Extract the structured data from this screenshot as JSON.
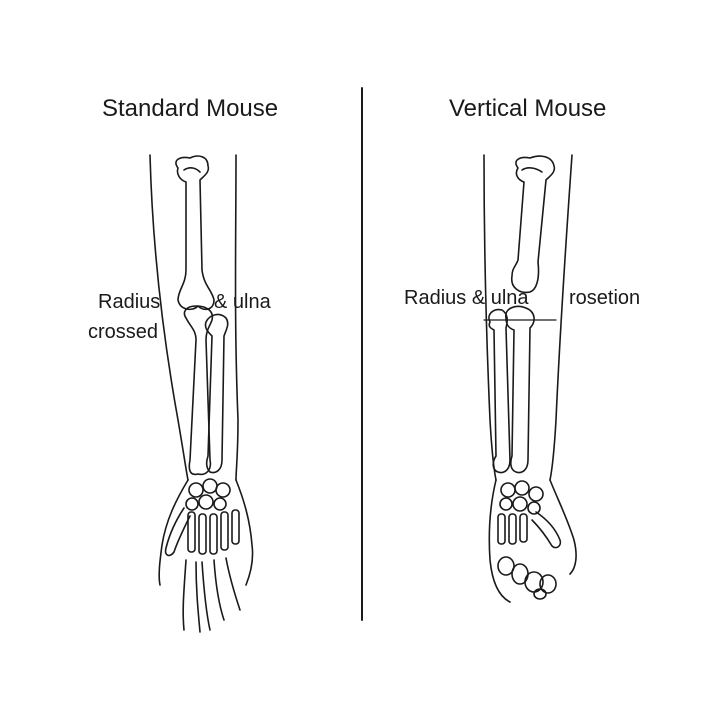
{
  "panels": {
    "left": {
      "title": "Standard Mouse",
      "label_line1_a": "Radius",
      "label_line1_b": "& ulna",
      "label_line2": "crossed"
    },
    "right": {
      "title": "Vertical Mouse",
      "label_a": "Radius & ulna",
      "label_b": "rosetion"
    }
  },
  "style": {
    "line_color": "#1a1a1a",
    "background": "#ffffff"
  }
}
